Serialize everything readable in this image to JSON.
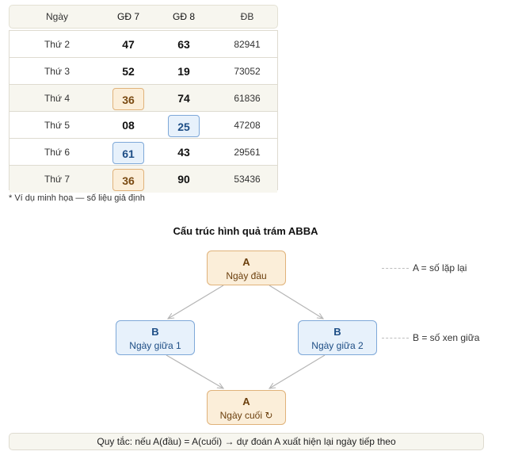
{
  "table": {
    "headers": [
      "Ngày",
      "GĐ 7",
      "GĐ 8",
      "ĐB"
    ],
    "rows": [
      {
        "day": "Thứ 2",
        "g7": "47",
        "g8": "63",
        "db": "82941",
        "hl7": "",
        "hl8": ""
      },
      {
        "day": "Thứ 3",
        "g7": "52",
        "g8": "19",
        "db": "73052",
        "hl7": "",
        "hl8": ""
      },
      {
        "day": "Thứ 4",
        "g7": "36",
        "g8": "74",
        "db": "61836",
        "hl7": "a",
        "hl8": ""
      },
      {
        "day": "Thứ 5",
        "g7": "08",
        "g8": "25",
        "db": "47208",
        "hl7": "",
        "hl8": "b"
      },
      {
        "day": "Thứ 6",
        "g7": "61",
        "g8": "43",
        "db": "29561",
        "hl7": "b",
        "hl8": ""
      },
      {
        "day": "Thứ 7",
        "g7": "36",
        "g8": "90",
        "db": "53436",
        "hl7": "a",
        "hl8": ""
      }
    ],
    "footnote": "* Ví dụ minh họa — số liệu giả định"
  },
  "diagram": {
    "title": "Cấu trúc hình quả trám ABBA",
    "nodes": {
      "top": {
        "letter": "A",
        "label": "Ngày đầu"
      },
      "left": {
        "letter": "B",
        "label": "Ngày giữa 1"
      },
      "right": {
        "letter": "B",
        "label": "Ngày giữa 2"
      },
      "bottom": {
        "letter": "A",
        "label": "Ngày cuối ↻"
      }
    },
    "legend": {
      "a": "A = số lặp lại",
      "b": "B = số xen giữa"
    }
  },
  "rule": "Quy tắc: nếu A(đầu) = A(cuối) → dự đoán A xuất hiện lại ngày tiếp theo",
  "colors": {
    "a_fill": "#fbeed9",
    "a_border": "#e0b27a",
    "b_fill": "#e7f1fb",
    "b_border": "#7ea8d8",
    "row_shade": "#f7f6ef",
    "edge": "#b5b5b5"
  }
}
